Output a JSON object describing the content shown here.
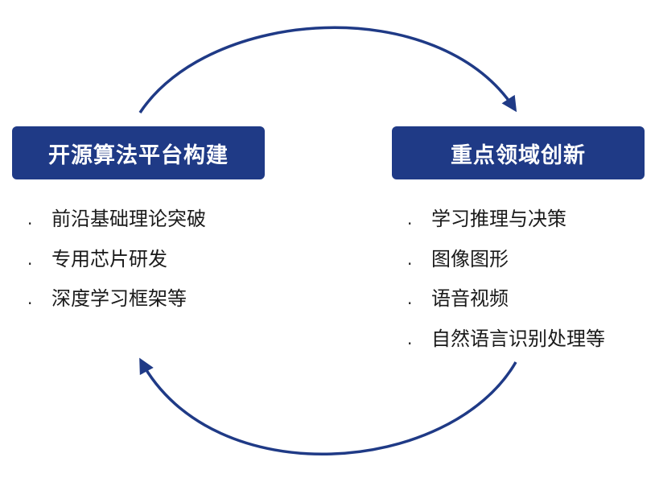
{
  "left_box": {
    "title": "开源算法平台构建"
  },
  "right_box": {
    "title": "重点领域创新"
  },
  "left_list": {
    "bullet": ".",
    "items": [
      "前沿基础理论突破",
      "专用芯片研发",
      "深度学习框架等"
    ]
  },
  "right_list": {
    "bullet": ".",
    "items": [
      "学习推理与决策",
      "图像图形",
      "语音视频",
      "自然语言识别处理等"
    ]
  },
  "colors": {
    "box_fill": "#1f3a86",
    "arrow_stroke": "#1f3a86",
    "text": "#1a1a1a"
  }
}
